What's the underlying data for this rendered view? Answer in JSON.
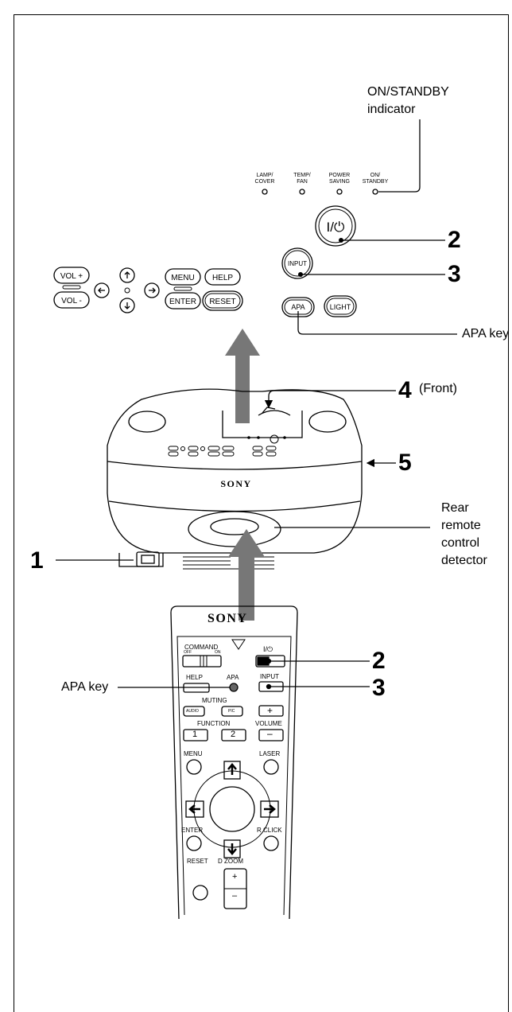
{
  "labels": {
    "on_standby_indicator": "ON/STANDBY\nindicator",
    "apa_key_right": "APA key",
    "front": "(Front)",
    "rear_detector": "Rear\nremote\ncontrol\ndetector",
    "apa_key_left": "APA key"
  },
  "callouts": [
    "1",
    "2",
    "3",
    "4",
    "5",
    "2",
    "3"
  ],
  "indicators": [
    {
      "label": "LAMP/\nCOVER"
    },
    {
      "label": "TEMP/\nFAN"
    },
    {
      "label": "POWER\nSAVING"
    },
    {
      "label": "ON/\nSTANDBY"
    }
  ],
  "panel_keys": {
    "power": "I/⏻",
    "input": "INPUT",
    "apa": "APA",
    "light": "LIGHT",
    "vol_plus": "VOL +",
    "vol_minus": "VOL -",
    "menu": "MENU",
    "help": "HELP",
    "enter": "ENTER",
    "reset": "RESET"
  },
  "projector": {
    "brand": "SONY"
  },
  "remote": {
    "brand": "SONY",
    "command": "COMMAND",
    "off": "OFF",
    "on": "ON",
    "power": "I/⏻",
    "help": "HELP",
    "apa": "APA",
    "input": "INPUT",
    "muting": "MUTING",
    "audio": "AUDIO",
    "pic": "PIC",
    "plus": "+",
    "function": "FUNCTION",
    "volume": "VOLUME",
    "f1": "1",
    "f2": "2",
    "minus": "–",
    "menu": "MENU",
    "laser": "LASER",
    "enter": "ENTER",
    "rclick": "R CLICK",
    "reset": "RESET",
    "dzoom": "D ZOOM",
    "zoom_plus": "+",
    "zoom_minus": "–"
  }
}
